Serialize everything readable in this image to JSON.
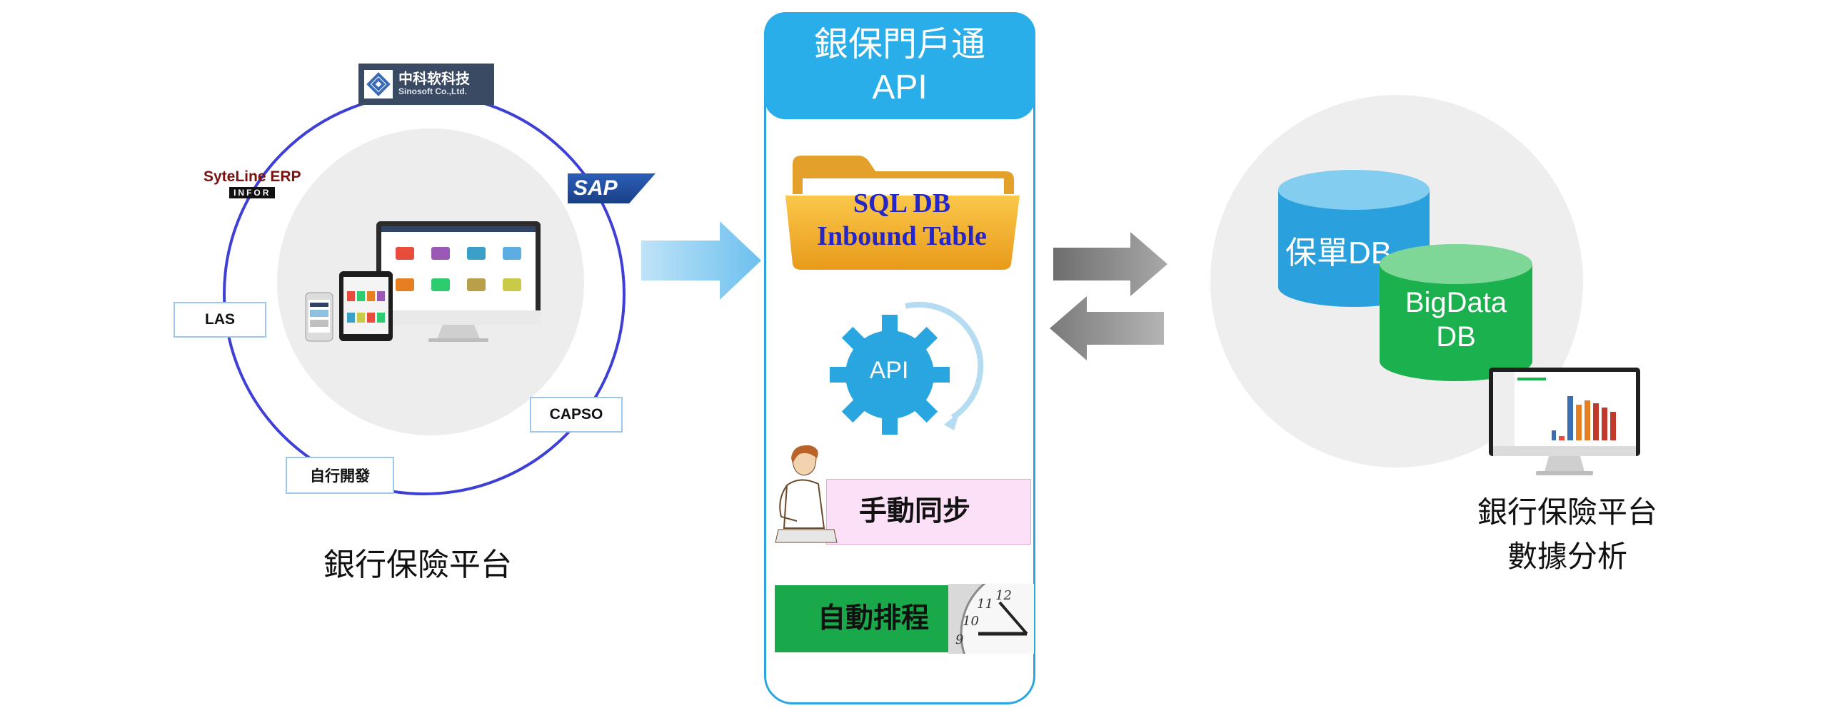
{
  "left": {
    "vendors": {
      "sinosoft": {
        "name": "中科软科技",
        "sub": "Sinosoft Co.,Ltd."
      },
      "syteline": {
        "name": "SyteLine ERP",
        "sub": "INFOR"
      },
      "sap": "SAP",
      "las": "LAS",
      "capso": "CAPSO",
      "self_dev": "自行開發"
    },
    "caption": "銀行保險平台"
  },
  "center": {
    "header": {
      "line1": "銀保門戶通",
      "line2": "API"
    },
    "db_box": {
      "line1": "SQL DB",
      "line2": "Inbound Table"
    },
    "gear_label": "API",
    "manual_sync": "手動同步",
    "auto_schedule": "自動排程"
  },
  "right": {
    "db1": "保單DB",
    "db2": {
      "line1": "BigData",
      "line2": "DB"
    },
    "caption": {
      "line1": "銀行保險平台",
      "line2": "數據分析"
    }
  },
  "colors": {
    "panel_blue": "#29aeea",
    "ring_blue": "#3d3fd6",
    "db_blue": "#2aa0dc",
    "db_green": "#1cb14f",
    "auto_green": "#1aa94a",
    "manual_pink": "#fce0f8",
    "arrow_light_blue": "#8ccdf3",
    "arrow_gray": "#8a8a8a"
  }
}
